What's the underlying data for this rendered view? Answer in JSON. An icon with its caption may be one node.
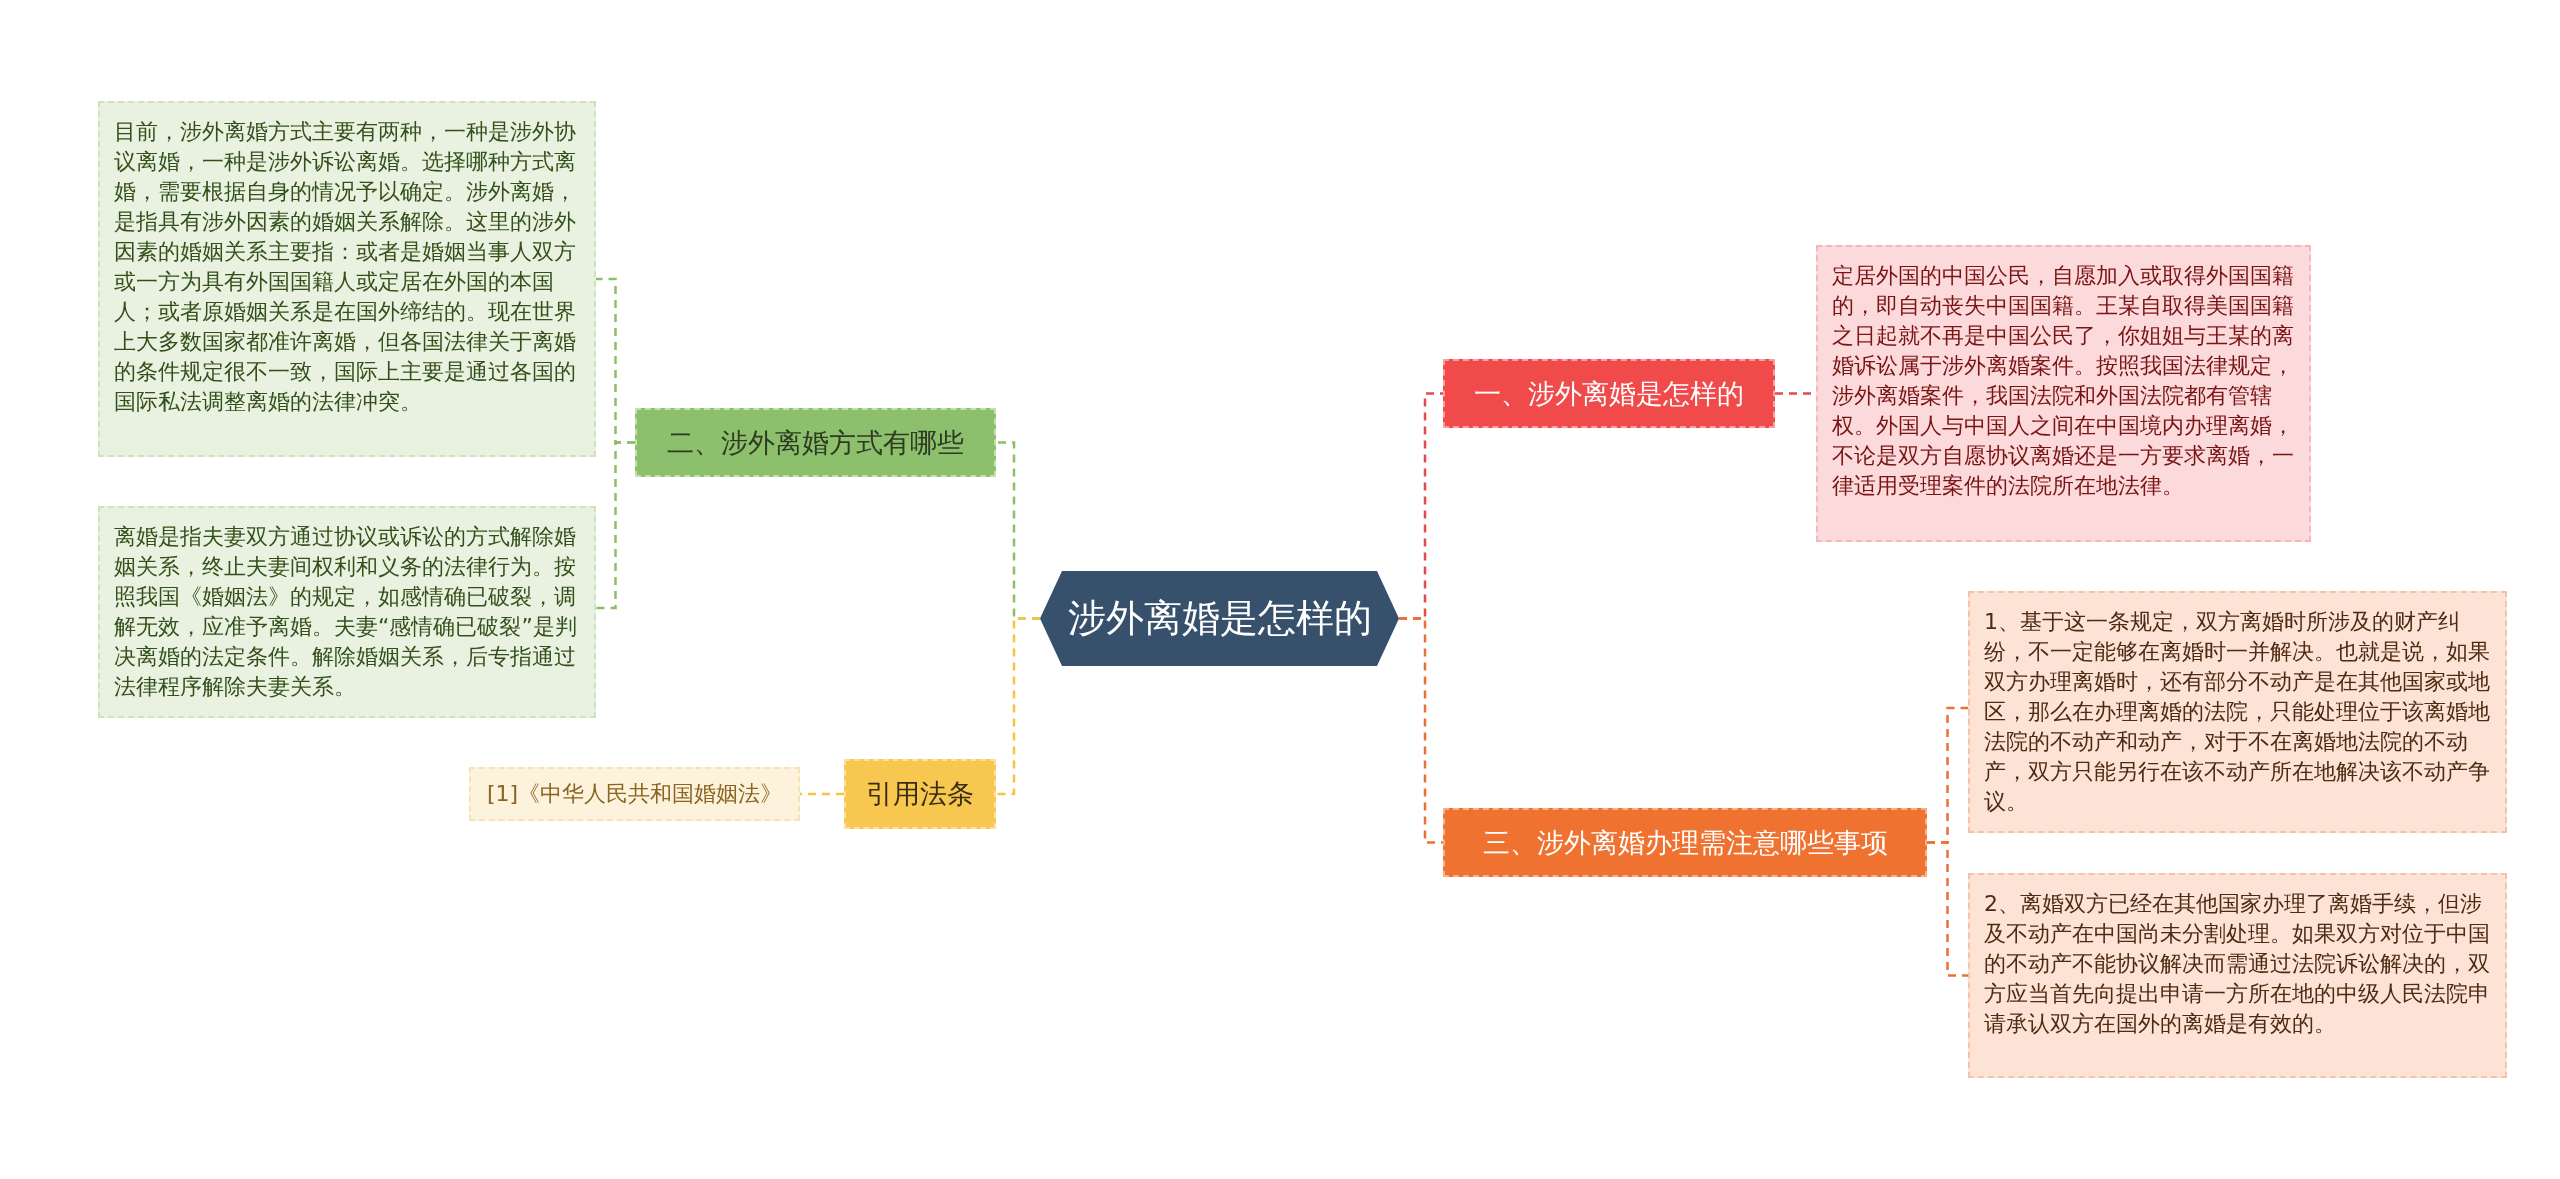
{
  "diagram": {
    "nodes": [
      {
        "text": [
          "涉外离婚是怎样的"
        ]
      },
      {
        "text": [
          "一、涉外离婚是怎样的"
        ]
      },
      {
        "text": [
          "定居外国的中国公民，自愿加入或取得外国国籍的，即自动丧失中国国籍。王某自取得美国国籍之日起就不再是中国公民了，你姐姐与王某的离婚诉讼属于涉外离婚案件。按照我国法律规定，涉外离婚案件，我国法院和外国法院都有管辖权。外国人与中国人之间在中国境内办理离婚，不论是双方自愿协议离婚还是一方要求离婚，一律适用受理案件的法院所在地法律。"
        ]
      },
      {
        "text": [
          "三、涉外离婚办理需注意哪些事项"
        ]
      },
      {
        "text": [
          "1、基于这一条规定，双方离婚时所涉及的财产纠纷，不一定能够在离婚时一并解决。也就是说，如果双方办理离婚时，还有部分不动产是在其他国家或地区，那么在办理离婚的法院，只能处理位于该离婚地法院的不动产和动产，对于不在离婚地法院的不动产，双方只能另行在该不动产所在地解决该不动产争议。"
        ]
      },
      {
        "text": [
          "2、离婚双方已经在其他国家办理了离婚手续，但涉及不动产在中国尚未分割处理。如果双方对位于中国的不动产不能协议解决而需通过法院诉讼解决的，双方应当首先向提出申请一方所在地的中级人民法院申请承认双方在国外的离婚是有效的。"
        ]
      },
      {
        "text": [
          "二、涉外离婚方式有哪些"
        ]
      },
      {
        "text": [
          "目前，涉外离婚方式主要有两种，一种是涉外协议离婚，一种是涉外诉讼离婚。选择哪种方式离婚，需要根据自身的情况予以确定。涉外离婚，是指具有涉外因素的婚姻关系解除。这里的涉外因素的婚姻关系主要指：或者是婚姻当事人双方或一方为具有外国国籍人或定居在外国的本国人；或者原婚姻关系是在国外缔结的。现在世界上大多数国家都准许离婚，但各国法律关于离婚的条件规定很不一致，国际上主要是通过各国的国际私法调整离婚的法律冲突。"
        ]
      },
      {
        "text": [
          "离婚是指夫妻双方通过协议或诉讼的方式解除婚姻关系，终止夫妻间权利和义务的法律行为。按照我国《婚姻法》的规定，如感情确已破裂，调解无效，应准予离婚。夫妻“感情确已破裂”是判决离婚的法定条件。解除婚姻关系，后专指通过法律程序解除夫妻关系。"
        ]
      },
      {
        "text": [
          "引用法条"
        ]
      },
      {
        "text": [
          "[1]《中华人民共和国婚姻法》"
        ]
      }
    ],
    "edges": [
      {
        "from": 0,
        "to": 1,
        "arrow": "none",
        "style": "dashed",
        "color": "#e8484a"
      },
      {
        "from": 1,
        "to": 2,
        "arrow": "none",
        "style": "dashed",
        "color": "#e8484a"
      },
      {
        "from": 0,
        "to": 3,
        "arrow": "none",
        "style": "dashed",
        "color": "#ee7030"
      },
      {
        "from": 3,
        "to": 4,
        "arrow": "none",
        "style": "dashed",
        "color": "#ee7030"
      },
      {
        "from": 3,
        "to": 5,
        "arrow": "none",
        "style": "dashed",
        "color": "#ee7030"
      },
      {
        "from": 0,
        "to": 6,
        "arrow": "none",
        "style": "dashed",
        "color": "#8cbf6a"
      },
      {
        "from": 6,
        "to": 7,
        "arrow": "none",
        "style": "dashed",
        "color": "#8cbf6a"
      },
      {
        "from": 6,
        "to": 8,
        "arrow": "none",
        "style": "dashed",
        "color": "#8cbf6a"
      },
      {
        "from": 0,
        "to": 9,
        "arrow": "none",
        "style": "dashed",
        "color": "#f5c445"
      },
      {
        "from": 9,
        "to": 10,
        "arrow": "none",
        "style": "dashed",
        "color": "#f5c445"
      }
    ]
  }
}
